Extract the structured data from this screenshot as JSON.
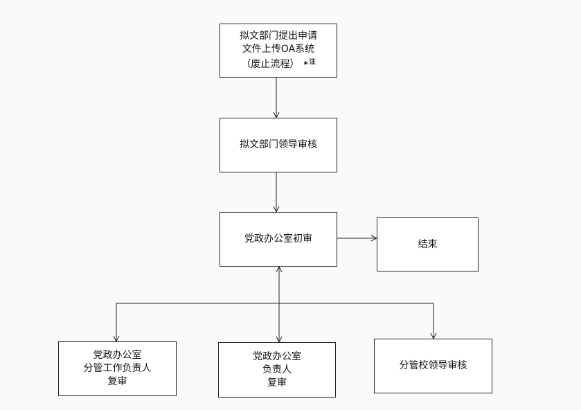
{
  "nodes": {
    "submit": {
      "lines": [
        "拟文部门提出申请",
        "文件上传OA系统",
        "（废止流程）"
      ],
      "note_star": "*",
      "note_text": "注"
    },
    "dept_leader": {
      "label": "拟文部门领导审核"
    },
    "office_first": {
      "label": "党政办公室初审"
    },
    "end": {
      "label": "结束"
    },
    "office_vp": {
      "lines": [
        "党政办公室",
        "分管工作负责人",
        "复审"
      ]
    },
    "office_head": {
      "lines": [
        "党政办公室",
        "负责人",
        "复审"
      ]
    },
    "school_leader": {
      "label": "分管校领导审核"
    }
  },
  "colors": {
    "line": "#222222",
    "box_fill": "#ffffff",
    "background": "#fafafa"
  }
}
